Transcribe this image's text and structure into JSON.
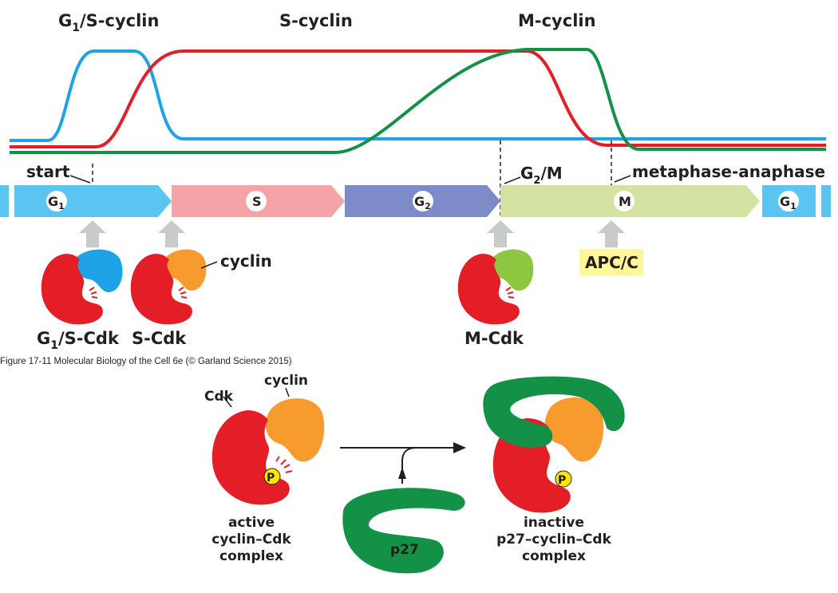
{
  "curves": {
    "g1s_label": "G1/S-cyclin",
    "s_label": "S-cyclin",
    "m_label": "M-cyclin",
    "g1s_color": "#1ea3e6",
    "s_color": "#e41e26",
    "m_color": "#139247"
  },
  "transitions": {
    "start": "start",
    "g2m": "G2/M",
    "meta_ana": "metaphase-anaphase"
  },
  "phases": [
    {
      "name": "G1",
      "color": "#5bc4f1"
    },
    {
      "name": "S",
      "color": "#f5a3a7"
    },
    {
      "name": "G2",
      "color": "#7b8bc8"
    },
    {
      "name": "M",
      "color": "#d2e3a2"
    },
    {
      "name": "G1",
      "color": "#5bc4f1"
    }
  ],
  "complexes": {
    "g1s_cdk": "G1/S-Cdk",
    "s_cdk": "S-Cdk",
    "m_cdk": "M-Cdk",
    "cyclin_label": "cyclin",
    "apc_label": "APC/C"
  },
  "caption": "Figure 17-11  Molecular Biology of the Cell 6e (© Garland Science 2015)",
  "inhibition": {
    "cdk_label": "Cdk",
    "cyclin_label": "cyclin",
    "phospho_label": "P",
    "active_line1": "active",
    "active_line2": "cyclin–Cdk",
    "active_line3": "complex",
    "p27_label": "p27",
    "inactive_line1": "inactive",
    "inactive_line2": "p27–cyclin–Cdk",
    "inactive_line3": "complex"
  }
}
